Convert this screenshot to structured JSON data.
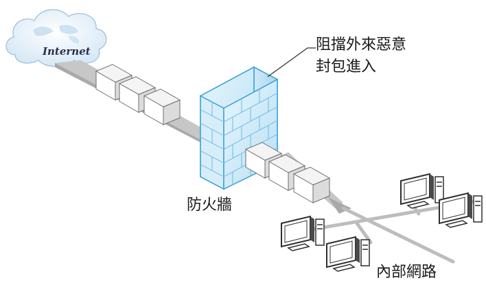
{
  "cloud": {
    "text": "Internet"
  },
  "callout": {
    "line1": "阻擋外來惡意",
    "line2": "封包進入"
  },
  "firewall": {
    "label": "防火牆"
  },
  "network": {
    "label": "內部網路"
  },
  "colors": {
    "wall_face": "#cfe9f7",
    "wall_edge": "#3a9fd6",
    "packet_face": "#ffffff",
    "packet_side": "#e3e3e3",
    "path": "#b9b9b9",
    "cloud": "#e4f0fa"
  },
  "icons": [
    "cloud-icon",
    "firewall-icon",
    "packet-icon",
    "computer-icon",
    "arrow-icon"
  ]
}
